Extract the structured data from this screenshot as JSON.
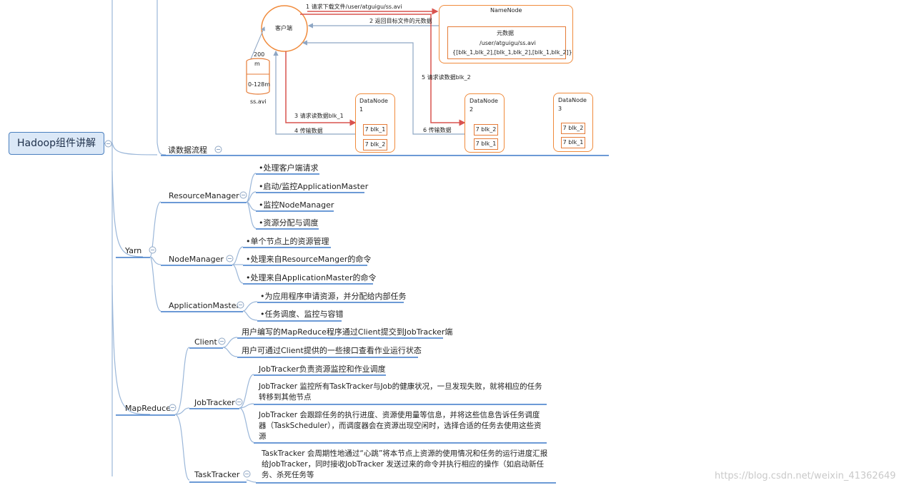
{
  "root": {
    "label": "Hadoop组件讲解"
  },
  "read_flow": {
    "label": "读数据流程",
    "client": "客户端",
    "file": {
      "size_top": "200",
      "size_unit": "m",
      "range": "0-128m",
      "name": "ss.avi"
    },
    "namenode": {
      "title": "NameNode",
      "meta_title": "元数据",
      "meta_path": "/user/atguigu/ss.avi",
      "meta_blocks": "{[blk_1,blk_2],[blk_1,blk_2],[blk_1,blk_2]}"
    },
    "arrows": {
      "a1": "1 请求下载文件/user/atguigu/ss.avi",
      "a2": "2 返回目标文件的元数据",
      "a3": "3 请求读数据blk_1",
      "a4": "4 传输数据",
      "a5": "5 请求读数据blk_2",
      "a6": "6 传输数据"
    },
    "datanodes": [
      {
        "name": "DataNode",
        "num": "1",
        "blocks": [
          "7 blk_1",
          "7 blk_2"
        ]
      },
      {
        "name": "DataNode",
        "num": "2",
        "blocks": [
          "7 blk_2",
          "7 blk_1"
        ]
      },
      {
        "name": "DataNode",
        "num": "3",
        "blocks": [
          "7 blk_2",
          "7 blk_1"
        ]
      }
    ]
  },
  "yarn": {
    "label": "Yarn",
    "resource_manager": {
      "label": "ResourceManager",
      "items": [
        "•处理客户端请求",
        "•启动/监控ApplicationMaster",
        "•监控NodeManager",
        "•资源分配与调度"
      ]
    },
    "node_manager": {
      "label": "NodeManager",
      "items": [
        "•单个节点上的资源管理",
        "•处理来自ResourceManger的命令",
        "•处理来自ApplicationMaster的命令"
      ]
    },
    "application_master": {
      "label": "ApplicationMaster",
      "items": [
        "•为应用程序申请资源，并分配给内部任务",
        "•任务调度、监控与容错"
      ]
    }
  },
  "mapreduce": {
    "label": "MapReduce",
    "client": {
      "label": "Client",
      "items": [
        "用户编写的MapReduce程序通过Client提交到JobTracker端",
        "用户可通过Client提供的一些接口查看作业运行状态"
      ]
    },
    "jobtracker": {
      "label": "JobTracker",
      "items": [
        "JobTracker负责资源监控和作业调度",
        "JobTracker 监控所有TaskTracker与Job的健康状况，一旦发现失败，就将相应的任务转移到其他节点",
        "JobTracker 会跟踪任务的执行进度、资源使用量等信息，并将这些信息告诉任务调度器（TaskScheduler），而调度器会在资源出现空闲时，选择合适的任务去使用这些资源"
      ]
    },
    "tasktracker": {
      "label": "TaskTracker",
      "items": [
        "TaskTracker 会周期性地通过“心跳”将本节点上资源的使用情况和任务的运行进度汇报给JobTracker，同时接收JobTracker 发送过来的命令并执行相应的操作（如启动新任务、杀死任务等"
      ]
    }
  },
  "watermark": "https://blog.csdn.net/weixin_41362649",
  "colors": {
    "branch": "#9bb7d9",
    "underline": "#3c78c8",
    "accent": "#f08b3c",
    "arrow_red": "#d9534f",
    "arrow_gray": "#8ea6c4"
  }
}
